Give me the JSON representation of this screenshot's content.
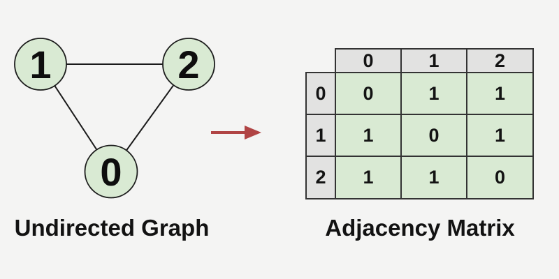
{
  "graph": {
    "caption": "Undirected Graph",
    "nodes": [
      {
        "label": "1"
      },
      {
        "label": "2"
      },
      {
        "label": "0"
      }
    ],
    "edges": [
      {
        "from": "1",
        "to": "2"
      },
      {
        "from": "1",
        "to": "0"
      },
      {
        "from": "2",
        "to": "0"
      }
    ]
  },
  "arrow": {
    "direction": "right"
  },
  "matrix": {
    "caption": "Adjacency Matrix",
    "col_headers": [
      "0",
      "1",
      "2"
    ],
    "row_headers": [
      "0",
      "1",
      "2"
    ],
    "cells": [
      [
        "0",
        "1",
        "1"
      ],
      [
        "1",
        "0",
        "1"
      ],
      [
        "1",
        "1",
        "0"
      ]
    ]
  },
  "colors": {
    "background": "#f4f4f3",
    "node_fill": "#d9ead3",
    "cell_fill": "#d9ead3",
    "header_fill": "#e2e2e1",
    "table_border": "#333333",
    "edge_stroke": "#1a1a1a",
    "arrow": "#b04444",
    "text": "#111111"
  }
}
